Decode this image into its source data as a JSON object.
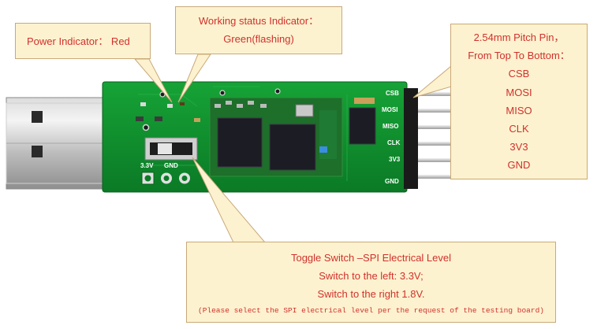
{
  "callouts": {
    "power": {
      "text": "Power Indicator：  Red"
    },
    "working": {
      "line1": "Working status Indicator：",
      "line2": "Green(flashing)"
    },
    "pins": {
      "title1": "2.54mm Pitch Pin，",
      "title2": "From Top To Bottom：",
      "list": [
        "CSB",
        "MOSI",
        "MISO",
        "CLK",
        "3V3",
        "GND"
      ]
    },
    "toggle": {
      "line1": "Toggle Switch –SPI Electrical Level",
      "line2": "Switch to the left: 3.3V;",
      "line3": "Switch to the right 1.8V.",
      "note": "(Please select the SPI electrical level per the request of the testing board)"
    }
  },
  "board": {
    "pin_labels": [
      "CSB",
      "MOSI",
      "MISO",
      "CLK",
      "3V3",
      "GND"
    ],
    "switch_labels": [
      "3.3V",
      "GND"
    ]
  },
  "colors": {
    "callout_fill": "#fdf2cf",
    "callout_text": "#d0312d",
    "pcb_green": "#0f8f2e"
  }
}
